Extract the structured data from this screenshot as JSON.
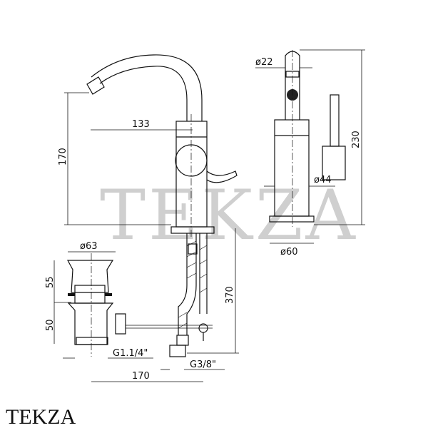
{
  "watermark": "TEKZA",
  "logo": "TEKZA",
  "dimensions": {
    "spout_reach": "133",
    "height_side": "170",
    "spout_diameter": "ø22",
    "total_height": "230",
    "body_diameter": "ø44",
    "base_diameter": "ø60",
    "waste_diameter": "ø63",
    "waste_upper": "55",
    "waste_lower": "50",
    "hose_length": "370",
    "waste_thread": "G1.1/4\"",
    "hose_thread": "G3/8\"",
    "rod_length": "170"
  }
}
